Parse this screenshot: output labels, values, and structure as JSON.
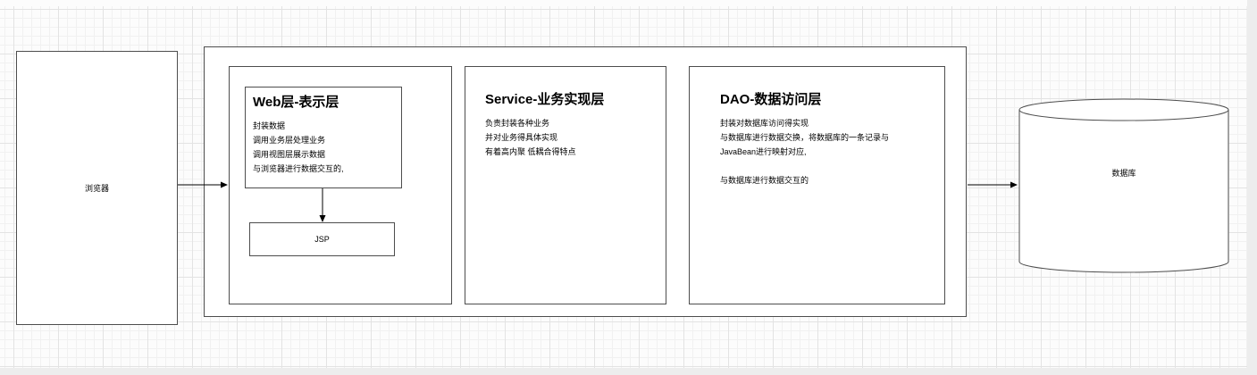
{
  "colors": {
    "background": "#fcfcfc",
    "shape_fill": "#ffffff",
    "stroke": "#4d4d4d",
    "grid_minor": "#f1f1f1",
    "grid_major": "#e3e3e3",
    "text": "#000000"
  },
  "nodes": {
    "browser": {
      "label": "浏览器"
    },
    "jsp": {
      "label": "JSP"
    },
    "database": {
      "label": "数据库"
    }
  },
  "layers": {
    "web": {
      "title": "Web层-表示层",
      "lines": [
        "封装数据",
        "调用业务层处理业务",
        "调用视图层展示数据",
        "与浏览器进行数据交互的,"
      ]
    },
    "service": {
      "title": "Service-业务实现层",
      "lines": [
        "负责封装各种业务",
        "并对业务得具体实现",
        "有着高内聚 低耦合得特点"
      ]
    },
    "dao": {
      "title": "DAO-数据访问层",
      "lines": [
        "封装对数据库访问得实现",
        "与数据库进行数据交换，将数据库的一条记录与",
        "JavaBean进行映射对应,",
        "",
        "与数据库进行数据交互的"
      ]
    }
  },
  "connectors": [
    {
      "from": "浏览器",
      "to": "Web层-表示层"
    },
    {
      "from": "Web层-表示层",
      "to": "JSP"
    },
    {
      "from": "DAO-数据访问层",
      "to": "数据库"
    }
  ]
}
